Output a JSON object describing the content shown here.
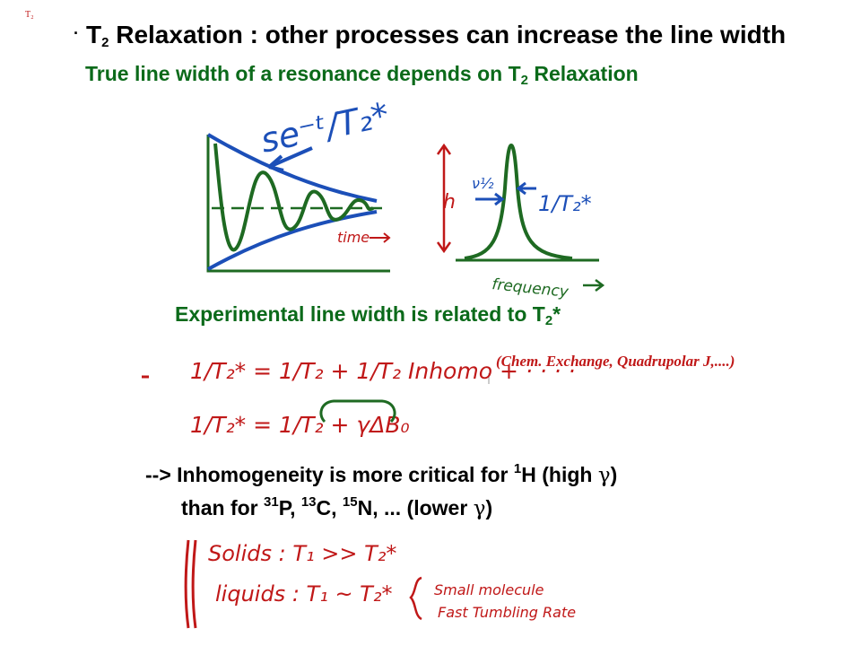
{
  "corner_mark": "T₂",
  "title": {
    "bullet": "·",
    "t": "T",
    "sub2": "2",
    "rest": " Relaxation : other processes can increase the line width"
  },
  "subtitle": {
    "pre": "True line width of a resonance depends on T",
    "sub2": "2",
    "post": " Relaxation"
  },
  "fid_sketch": {
    "envelope_label": "se⁻ᵗ/T₂*",
    "time_label": "time"
  },
  "peak_sketch": {
    "height_label": "h",
    "halfwidth_label": "ν½",
    "width_label": "1/T₂*",
    "axis_label": "frequency"
  },
  "section2": {
    "pre": "Experimental line width is related to T",
    "sub2": "2",
    "post": "*"
  },
  "equations": {
    "eq1": "1/T₂* = 1/T₂ + 1/T₂ Inhomo + · · · ·",
    "eq1_note": "(Chem. Exchange, Quadrupolar J,....)",
    "eq2": "1/T₂* = 1/T₂ + γΔB₀"
  },
  "conclusion": {
    "l1_a": "--> Inhomogeneity is more critical for ",
    "l1_sup": "1",
    "l1_b": "H (high ",
    "gamma": "γ",
    "l1_c": ")",
    "l2_a": "than for ",
    "l2_sup1": "31",
    "l2_b": "P, ",
    "l2_sup2": "13",
    "l2_c": "C, ",
    "l2_sup3": "15",
    "l2_d": "N, ... (lower ",
    "l2_e": ")"
  },
  "comparison": {
    "solids": "Solids : T₁ >> T₂*",
    "liquids": "liquids : T₁ ~ T₂*",
    "liquids_note_1": "Small molecule",
    "liquids_note_2": "Fast Tumbling Rate"
  },
  "colors": {
    "heading_green": "#0b6a1a",
    "ink_red": "#c01818",
    "ink_green": "#1e6a22",
    "ink_blue": "#1c4fb8"
  }
}
